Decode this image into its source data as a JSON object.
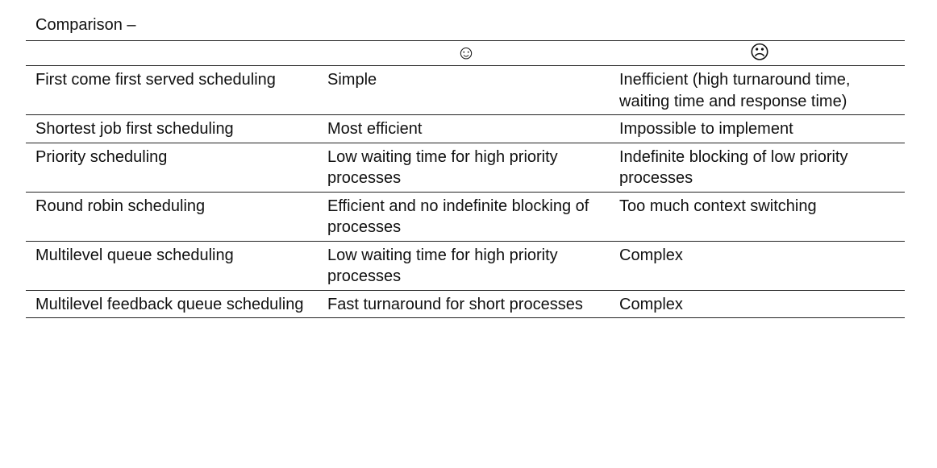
{
  "caption": "Comparison –",
  "headers": {
    "col1": "",
    "col2_icon": "smiley-face-icon",
    "col2_glyph": "☺",
    "col3_icon": "frowning-face-icon",
    "col3_glyph": "☹"
  },
  "rows": [
    {
      "algorithm": "First come first served scheduling",
      "pro": "Simple",
      "con": "Inefficient (high turnaround time, waiting time and response time)"
    },
    {
      "algorithm": "Shortest job first scheduling",
      "pro": "Most efficient",
      "con": "Impossible to implement"
    },
    {
      "algorithm": "Priority scheduling",
      "pro": "Low waiting time for high priority processes",
      "con": "Indefinite blocking of low priority processes"
    },
    {
      "algorithm": "Round robin scheduling",
      "pro": "Efficient and no indefinite blocking of processes",
      "con": "Too much context switching"
    },
    {
      "algorithm": "Multilevel queue scheduling",
      "pro": "Low waiting time for high priority processes",
      "con": "Complex"
    },
    {
      "algorithm": "Multilevel feedback queue scheduling",
      "pro": "Fast turnaround for short processes",
      "con": "Complex"
    }
  ]
}
